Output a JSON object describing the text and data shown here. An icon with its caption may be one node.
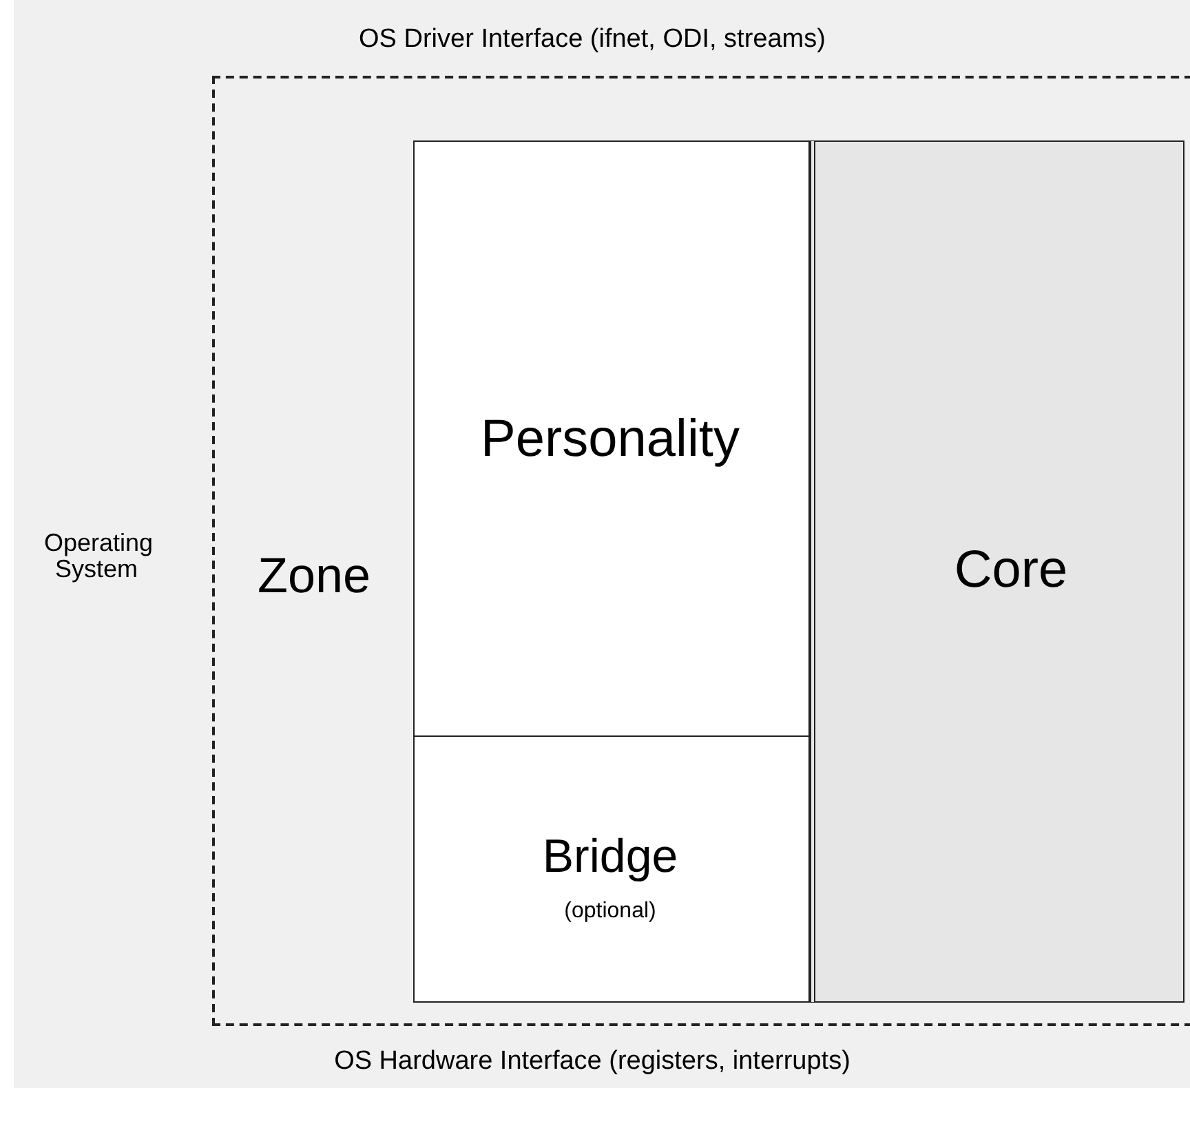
{
  "diagram": {
    "nodes": [
      {
        "text": [
          "OS Driver Interface (ifnet, ODI, streams)",
          "Operating System",
          "OS Hardware Interface (registers, interrupts)"
        ]
      },
      {
        "text": [
          "Zone"
        ],
        "in": 0
      },
      {
        "text": [
          "Personality"
        ],
        "in": 1
      },
      {
        "text": [
          "Bridge",
          "(optional)"
        ],
        "in": 1
      },
      {
        "text": [
          "Core"
        ],
        "in": 1
      }
    ]
  }
}
